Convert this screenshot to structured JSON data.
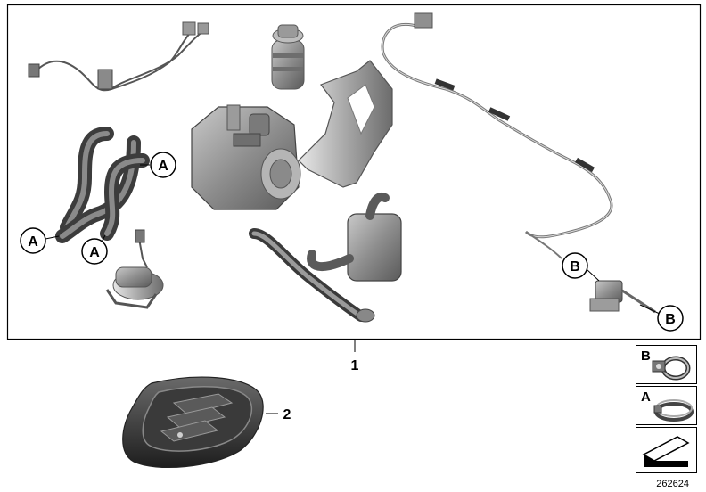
{
  "diagram": {
    "callouts": {
      "a1": "A",
      "a2": "A",
      "a3": "A",
      "b1": "B",
      "b2": "B"
    },
    "item_numbers": {
      "kit": "1",
      "remote": "2"
    },
    "legend": {
      "clamp_b": "B",
      "clamp_a": "A"
    },
    "image_number": "262624"
  }
}
